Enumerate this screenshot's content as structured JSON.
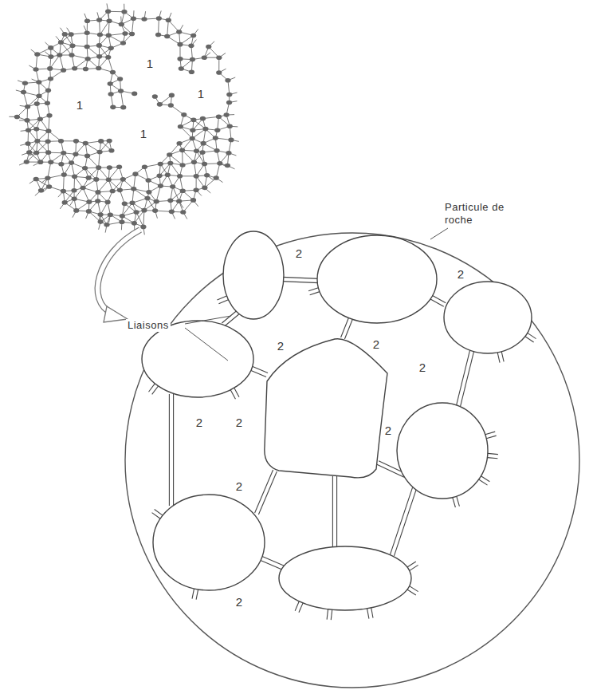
{
  "diagram": {
    "labels": [
      "1",
      "1",
      "1",
      "1",
      "Particule de roche",
      "Liaisons",
      "2",
      "2",
      "2",
      "2",
      "2",
      "2",
      "2",
      "2",
      "2",
      "2"
    ]
  }
}
